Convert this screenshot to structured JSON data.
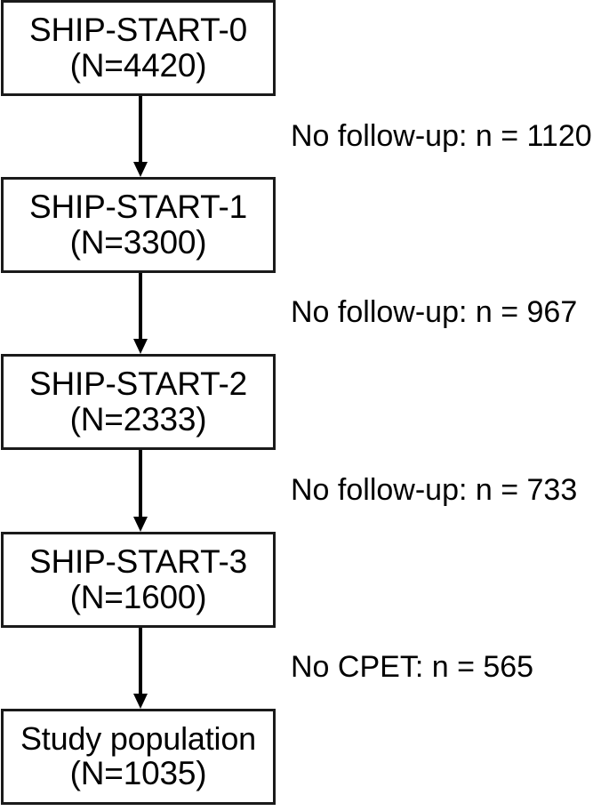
{
  "figure": {
    "type": "flowchart",
    "orientation": "vertical",
    "style": {
      "box_border_color": "#1a1a1a",
      "box_fill_color": "#ffffff",
      "arrow_color": "#000000",
      "text_color": "#000000",
      "background_color": "#ffffff"
    }
  },
  "nodes": [
    {
      "id": "ship-start-0",
      "title": "SHIP-START-0",
      "count_label": "(N=4420)",
      "n": 4420
    },
    {
      "id": "ship-start-1",
      "title": "SHIP-START-1",
      "count_label": "(N=3300)",
      "n": 3300
    },
    {
      "id": "ship-start-2",
      "title": "SHIP-START-2",
      "count_label": "(N=2333)",
      "n": 2333
    },
    {
      "id": "ship-start-3",
      "title": "SHIP-START-3",
      "count_label": "(N=1600)",
      "n": 1600
    },
    {
      "id": "study-population",
      "title": "Study population",
      "count_label": "(N=1035)",
      "n": 1035
    }
  ],
  "edges": [
    {
      "id": "edge-0",
      "from": "ship-start-0",
      "to": "ship-start-1",
      "label": "No follow-up: n = 1120",
      "excluded_n": 1120,
      "arrow": "down-arrow-icon"
    },
    {
      "id": "edge-1",
      "from": "ship-start-1",
      "to": "ship-start-2",
      "label": "No follow-up: n = 967",
      "excluded_n": 967,
      "arrow": "down-arrow-icon"
    },
    {
      "id": "edge-2",
      "from": "ship-start-2",
      "to": "ship-start-3",
      "label": "No follow-up: n = 733",
      "excluded_n": 733,
      "arrow": "down-arrow-icon"
    },
    {
      "id": "edge-3",
      "from": "ship-start-3",
      "to": "study-population",
      "label": "No CPET: n = 565",
      "excluded_n": 565,
      "arrow": "down-arrow-icon"
    }
  ]
}
